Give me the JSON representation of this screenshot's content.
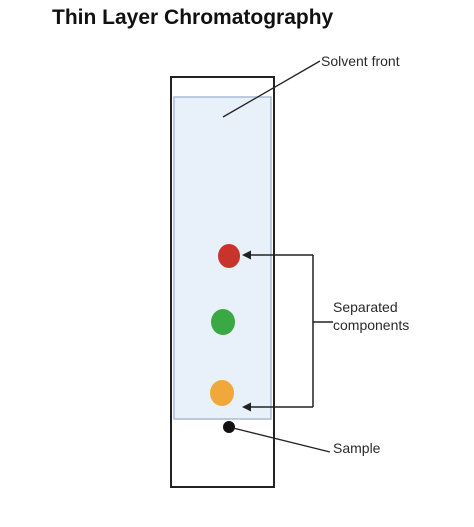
{
  "title": "Thin Layer Chromatography",
  "labels": {
    "solvent_front": "Solvent front",
    "separated_line1": "Separated",
    "separated_line2": "components",
    "sample": "Sample"
  },
  "spots": [
    {
      "name": "red-component",
      "color": "#c8332b"
    },
    {
      "name": "green-component",
      "color": "#3aa843"
    },
    {
      "name": "orange-component",
      "color": "#f0a83a"
    }
  ],
  "colors": {
    "plate_fill": "#e8f0fa",
    "plate_border": "#a9bcd6",
    "frame": "#222222",
    "sample_dot": "#111111"
  }
}
